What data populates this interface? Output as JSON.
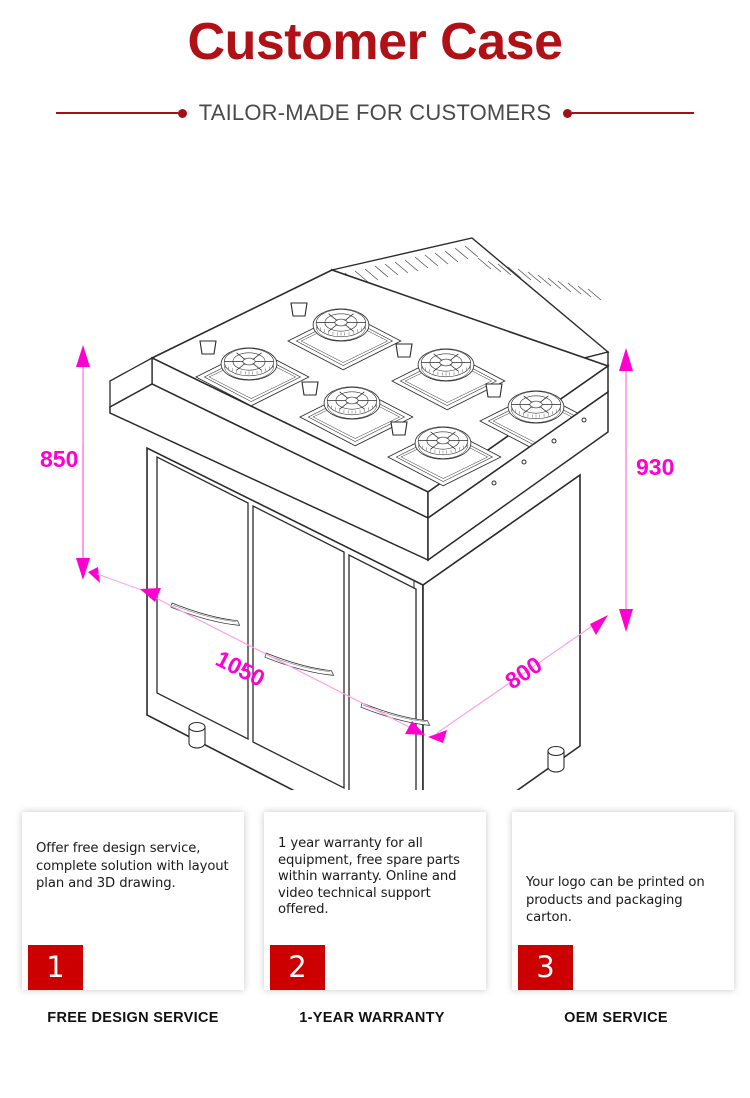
{
  "header": {
    "title": "Customer Case",
    "subtitle": "TAILOR-MADE FOR CUSTOMERS",
    "title_color": "#B01116",
    "subtitle_color": "#4A4A4A",
    "rule_color": "#A01015"
  },
  "diagram": {
    "product": "6-burner gas range with cabinet base",
    "dimension_color": "#FF00D0",
    "dimensions": {
      "height_front": "850",
      "height_back": "930",
      "width": "1050",
      "depth": "800"
    }
  },
  "cards": [
    {
      "number": "1",
      "text": "Offer free design service,\ncomplete solution with layout plan and 3D drawing.",
      "label": "FREE DESIGN SERVICE",
      "badge_color": "#CC0000"
    },
    {
      "number": "2",
      "text": "1 year warranty for all equipment, free spare parts within warranty. Online and video technical support offered.",
      "label": "1-YEAR WARRANTY",
      "badge_color": "#CC0000"
    },
    {
      "number": "3",
      "text": "Your logo can be printed on products and packaging carton.",
      "label": "OEM SERVICE",
      "badge_color": "#CC0000"
    }
  ]
}
